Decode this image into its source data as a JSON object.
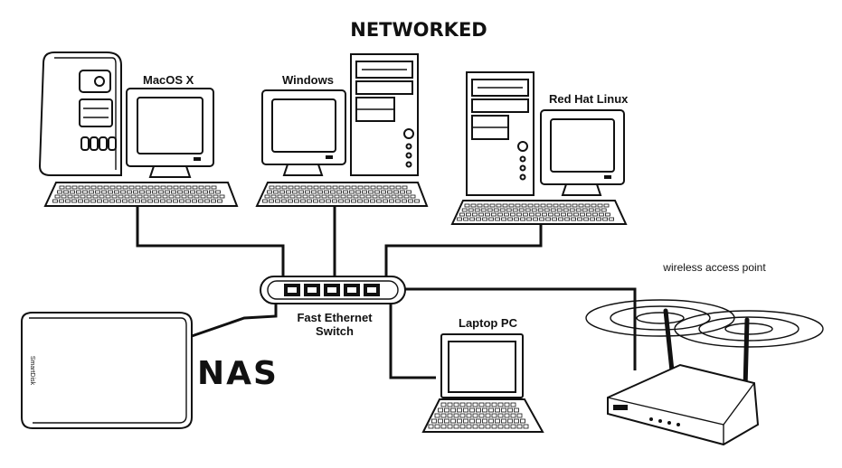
{
  "title": "NETWORKED",
  "devices": {
    "mac": {
      "label": "MacOS X"
    },
    "windows": {
      "label": "Windows"
    },
    "linux": {
      "label": "Red Hat Linux"
    },
    "switch": {
      "label_line1": "Fast Ethernet",
      "label_line2": "Switch"
    },
    "laptop": {
      "label": "Laptop PC"
    },
    "wap": {
      "label": "wireless access point"
    },
    "nas": {
      "label": "NAS"
    }
  },
  "icons": [
    "tower-computer-icon",
    "crt-monitor-icon",
    "keyboard-icon",
    "ethernet-switch-icon",
    "laptop-icon",
    "wireless-router-icon",
    "nas-drive-icon"
  ],
  "colors": {
    "ink": "#111111",
    "background": "#ffffff"
  }
}
